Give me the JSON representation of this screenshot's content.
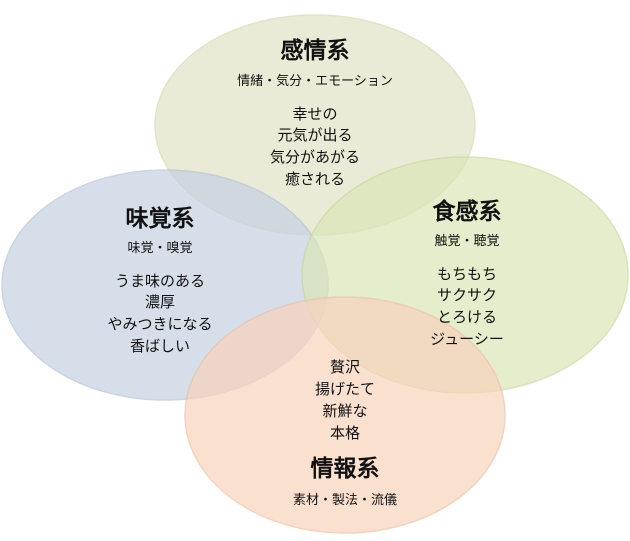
{
  "diagram": {
    "type": "venn",
    "groups": [
      {
        "id": "emotion",
        "title": "感情系",
        "subtitle": "情緒・気分・エモーション",
        "items": [
          "幸せの",
          "元気が出る",
          "気分があがる",
          "癒される"
        ],
        "fill": "#e2e3c6",
        "stroke": "#d7d9ae"
      },
      {
        "id": "taste",
        "title": "味覚系",
        "subtitle": "味覚・嗅覚",
        "items": [
          "うま味のある",
          "濃厚",
          "やみつきになる",
          "香ばしい"
        ],
        "fill": "#c5d1e2",
        "stroke": "#b4c3d8"
      },
      {
        "id": "texture",
        "title": "食感系",
        "subtitle": "触覚・聴覚",
        "items": [
          "もちもち",
          "サクサク",
          "とろける",
          "ジューシー"
        ],
        "fill": "#d9e6b7",
        "stroke": "#c9d99e"
      },
      {
        "id": "info",
        "title": "情報系",
        "subtitle": "素材・製法・流儀",
        "items": [
          "贅沢",
          "揚げたて",
          "新鮮な",
          "本格"
        ],
        "fill": "#f8d3bc",
        "stroke": "#f2c0a2"
      }
    ]
  }
}
